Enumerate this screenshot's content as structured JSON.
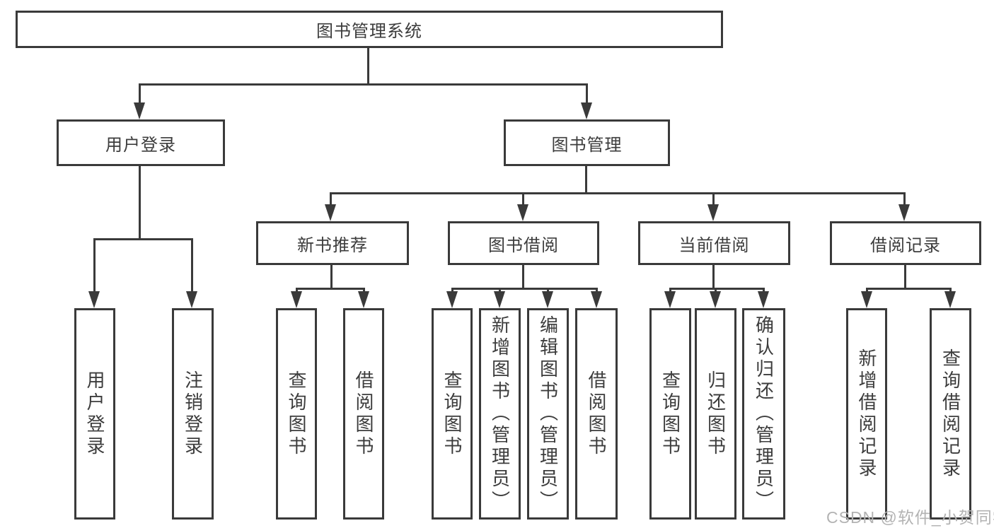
{
  "diagram": {
    "title_node": {
      "label": "图书管理系统"
    },
    "level1": [
      {
        "id": "user-login",
        "label": "用户登录"
      },
      {
        "id": "book-management",
        "label": "图书管理"
      }
    ],
    "level2": [
      {
        "id": "new-book-recommend",
        "label": "新书推荐"
      },
      {
        "id": "book-borrowing",
        "label": "图书借阅"
      },
      {
        "id": "current-borrowing",
        "label": "当前借阅"
      },
      {
        "id": "borrowing-records",
        "label": "借阅记录"
      }
    ],
    "leaves": {
      "user_login": [
        "用户登录",
        "注销登录"
      ],
      "new_books": [
        "查询图书",
        "借阅图书"
      ],
      "book_borrowing": [
        "查询图书",
        "新增图书（管理员）",
        "编辑图书（管理员）",
        "借阅图书"
      ],
      "current_borrowing": [
        "查询图书",
        "归还图书",
        "确认归还（管理员）"
      ],
      "borrow_records": [
        "新增借阅记录",
        "查询借阅记录"
      ]
    }
  },
  "watermark": "CSDN @软件_小贺同学",
  "colors": {
    "line": "#3a3a3a",
    "text": "#3c3c3c",
    "background": "#ffffff",
    "watermark": "#b3b3b3"
  }
}
